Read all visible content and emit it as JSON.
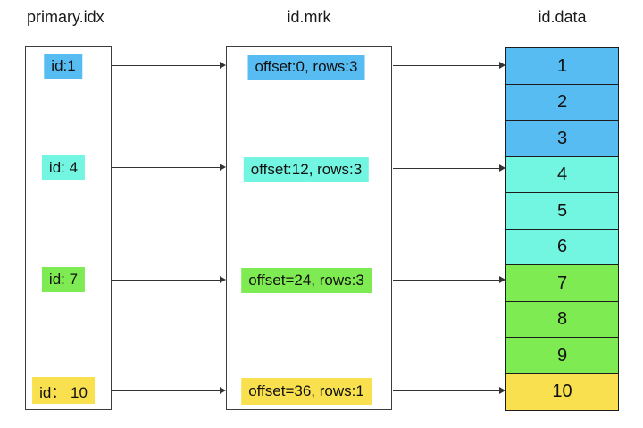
{
  "titles": {
    "idx": "primary.idx",
    "mrk": "id.mrk",
    "data": "id.data"
  },
  "palette": {
    "blue": "#57BCF2",
    "cyan": "#73F6E1",
    "green": "#7FEB52",
    "yellow": "#F9E04F",
    "box_border": "#3d3d3d",
    "cell_border": "#1c1c1c",
    "arrow": "#333333",
    "text": "#111111"
  },
  "idx_entries": [
    {
      "label": "id:1",
      "color": "#57BCF2"
    },
    {
      "label": "id: 4",
      "color": "#73F6E1"
    },
    {
      "label": "id: 7",
      "color": "#7FEB52"
    },
    {
      "label": "id： 10",
      "color": "#F9E04F"
    }
  ],
  "mrk_entries": [
    {
      "label": "offset:0, rows:3",
      "color": "#57BCF2"
    },
    {
      "label": "offset:12, rows:3",
      "color": "#73F6E1"
    },
    {
      "label": "offset=24, rows:3",
      "color": "#7FEB52"
    },
    {
      "label": "offset=36, rows:1",
      "color": "#F9E04F"
    }
  ],
  "data_cells": [
    {
      "value": "1",
      "color": "#57BCF2"
    },
    {
      "value": "2",
      "color": "#57BCF2"
    },
    {
      "value": "3",
      "color": "#57BCF2"
    },
    {
      "value": "4",
      "color": "#73F6E1"
    },
    {
      "value": "5",
      "color": "#73F6E1"
    },
    {
      "value": "6",
      "color": "#73F6E1"
    },
    {
      "value": "7",
      "color": "#7FEB52"
    },
    {
      "value": "8",
      "color": "#7FEB52"
    },
    {
      "value": "9",
      "color": "#7FEB52"
    },
    {
      "value": "10",
      "color": "#F9E04F"
    }
  ]
}
